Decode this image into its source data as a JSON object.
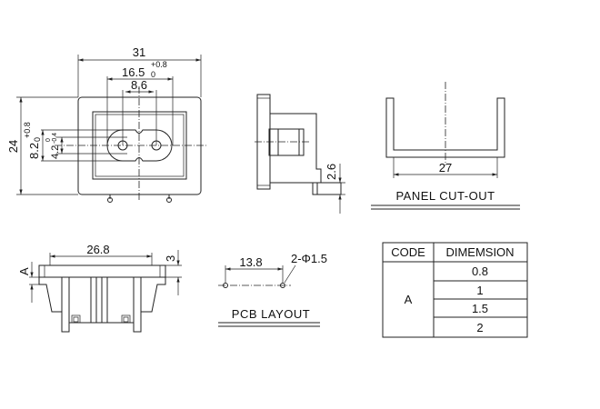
{
  "front_view": {
    "width": "31",
    "pin_span": "16.5",
    "pin_span_tol_upper": "+0.8",
    "pin_span_tol_lower": "0",
    "pin_pitch": "8.6",
    "height": "24",
    "opening_height": "8.2",
    "opening_height_tol_upper": "+0.8",
    "opening_height_tol_lower": "0",
    "neck_height": "4.2",
    "neck_height_tol_upper": "0",
    "neck_height_tol_lower": "-0.4"
  },
  "side_view": {
    "step": "2.6"
  },
  "panel_cutout": {
    "width": "27",
    "label": "PANEL CUT-OUT"
  },
  "bottom_view": {
    "flange_width": "26.8",
    "flange_thickness": "3",
    "code": "A"
  },
  "pcb_layout": {
    "hole_spacing": "13.8",
    "holes": "2-Φ1.5",
    "label": "PCB LAYOUT"
  },
  "dimension_table": {
    "headers": [
      "CODE",
      "DIMEMSION"
    ],
    "code": "A",
    "values": [
      "0.8",
      "1",
      "1.5",
      "2"
    ]
  }
}
